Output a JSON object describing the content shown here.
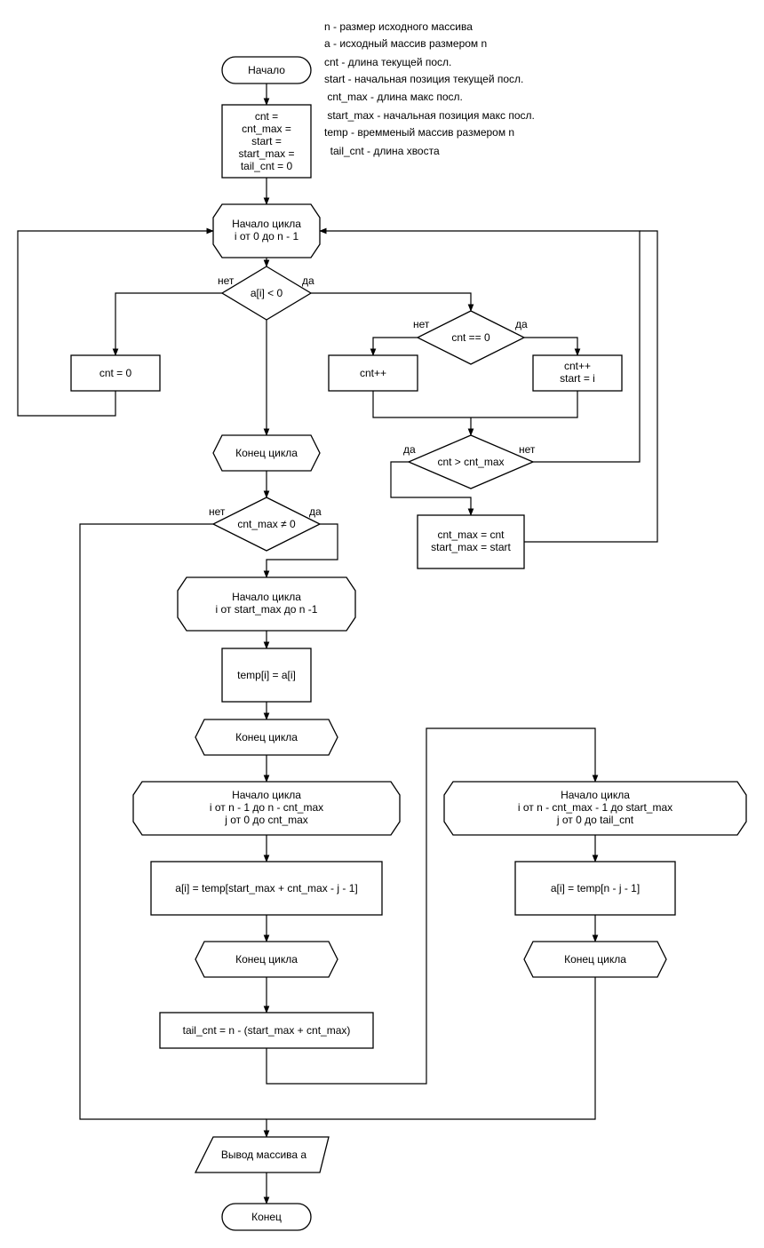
{
  "legend": [
    "n - размер исходного массива",
    "a - исходный массив размером n",
    "cnt - длина текущей посл.",
    "start - начальная позиция текущей посл.",
    " cnt_max - длина макс посл.",
    " start_max - начальная позиция макс посл.",
    "temp - времменый массив размером n",
    "  tail_cnt - длина хвоста"
  ],
  "nodes": {
    "start": {
      "lines": [
        "Начало"
      ]
    },
    "init": {
      "lines": [
        "cnt =",
        "cnt_max =",
        "start =",
        "start_max =",
        "tail_cnt = 0"
      ]
    },
    "loop1_begin": {
      "lines": [
        "Начало цикла",
        "i от 0 до n - 1"
      ]
    },
    "if_neg": {
      "lines": [
        "a[i] < 0"
      ]
    },
    "cnt_reset": {
      "lines": [
        "cnt = 0"
      ]
    },
    "if_cnt_zero": {
      "lines": [
        "cnt == 0"
      ]
    },
    "cnt_inc": {
      "lines": [
        "cnt++"
      ]
    },
    "cnt_inc_start": {
      "lines": [
        "cnt++",
        "start = i"
      ]
    },
    "if_cnt_gt": {
      "lines": [
        "cnt > cnt_max"
      ]
    },
    "update_max": {
      "lines": [
        "cnt_max = cnt",
        "start_max = start"
      ]
    },
    "loop1_end": {
      "lines": [
        "Конец цикла"
      ]
    },
    "if_max_nonzero": {
      "lines": [
        "cnt_max ≠ 0"
      ]
    },
    "loop2_begin": {
      "lines": [
        "Начало цикла",
        "i от start_max до n -1"
      ]
    },
    "copy_temp": {
      "lines": [
        "temp[i] = a[i]"
      ]
    },
    "loop2_end": {
      "lines": [
        "Конец цикла"
      ]
    },
    "loop3_begin": {
      "lines": [
        "Начало цикла",
        "i от n - 1 до n - cnt_max",
        "j от 0 до cnt_max"
      ]
    },
    "assign_rev": {
      "lines": [
        "a[i] = temp[start_max + cnt_max - j - 1]"
      ]
    },
    "loop3_end": {
      "lines": [
        "Конец цикла"
      ]
    },
    "tail_calc": {
      "lines": [
        "tail_cnt = n - (start_max + cnt_max)"
      ]
    },
    "loop4_begin": {
      "lines": [
        "Начало цикла",
        "i от n - cnt_max - 1 до start_max",
        "j от 0 до tail_cnt"
      ]
    },
    "assign_tail": {
      "lines": [
        "a[i] = temp[n - j - 1]"
      ]
    },
    "loop4_end": {
      "lines": [
        "Конец цикла"
      ]
    },
    "output": {
      "lines": [
        "Вывод массива a"
      ]
    },
    "end": {
      "lines": [
        "Конец"
      ]
    }
  },
  "edge_labels": {
    "no": "нет",
    "yes": "да"
  }
}
